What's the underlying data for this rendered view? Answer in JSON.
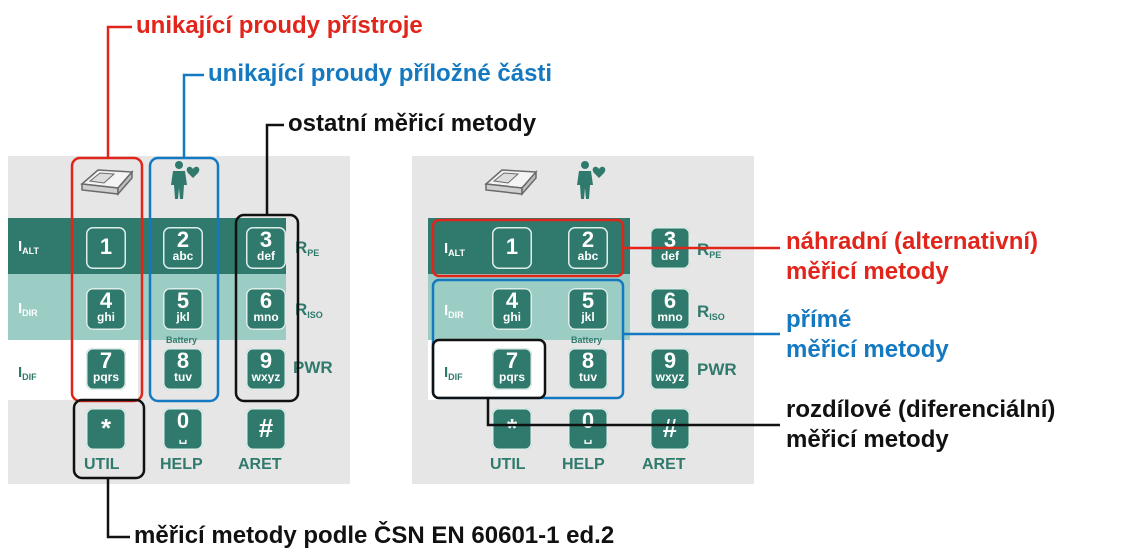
{
  "colors": {
    "red": "#e1251b",
    "blue": "#1479c0",
    "black": "#111111",
    "teal": "#2f7a6c",
    "teal_light": "#9ccdc4",
    "panel": "#e6e6e6"
  },
  "annotations": {
    "leakage_device": "unikající proudy přístroje",
    "leakage_applied": "unikající proudy příložné části",
    "other_methods": "ostatní měřicí metody",
    "standard_methods": "měřicí metody podle ČSN EN 60601-1 ed.2",
    "alternative_1": "náhradní (alternativní)",
    "alternative_2": "měřicí metody",
    "direct_1": "přímé",
    "direct_2": "měřicí metody",
    "differential_1": "rozdílové (diferenciální)",
    "differential_2": "měřicí metody"
  },
  "keypad": {
    "row_labels": {
      "alt_main": "I",
      "alt_sub": "ALT",
      "dir_main": "I",
      "dir_sub": "DIR",
      "dif_main": "I",
      "dif_sub": "DIF"
    },
    "keys": [
      {
        "num": "1",
        "letters": ""
      },
      {
        "num": "2",
        "letters": "abc"
      },
      {
        "num": "3",
        "letters": "def"
      },
      {
        "num": "4",
        "letters": "ghi"
      },
      {
        "num": "5",
        "letters": "jkl"
      },
      {
        "num": "6",
        "letters": "mno"
      },
      {
        "num": "7",
        "letters": "pqrs"
      },
      {
        "num": "8",
        "letters": "tuv"
      },
      {
        "num": "9",
        "letters": "wxyz"
      },
      {
        "num": "*",
        "letters": ""
      },
      {
        "num": "0",
        "letters": "␣"
      },
      {
        "num": "#",
        "letters": ""
      }
    ],
    "side_labels": {
      "rpe_main": "R",
      "rpe_sub": "PE",
      "riso_main": "R",
      "riso_sub": "ISO",
      "pwr": "PWR"
    },
    "battery": "Battery",
    "bottom_labels": {
      "util": "UTIL",
      "help": "HELP",
      "aret": "ARET"
    },
    "icons": [
      "device-icon",
      "patient-heart-icon"
    ]
  }
}
